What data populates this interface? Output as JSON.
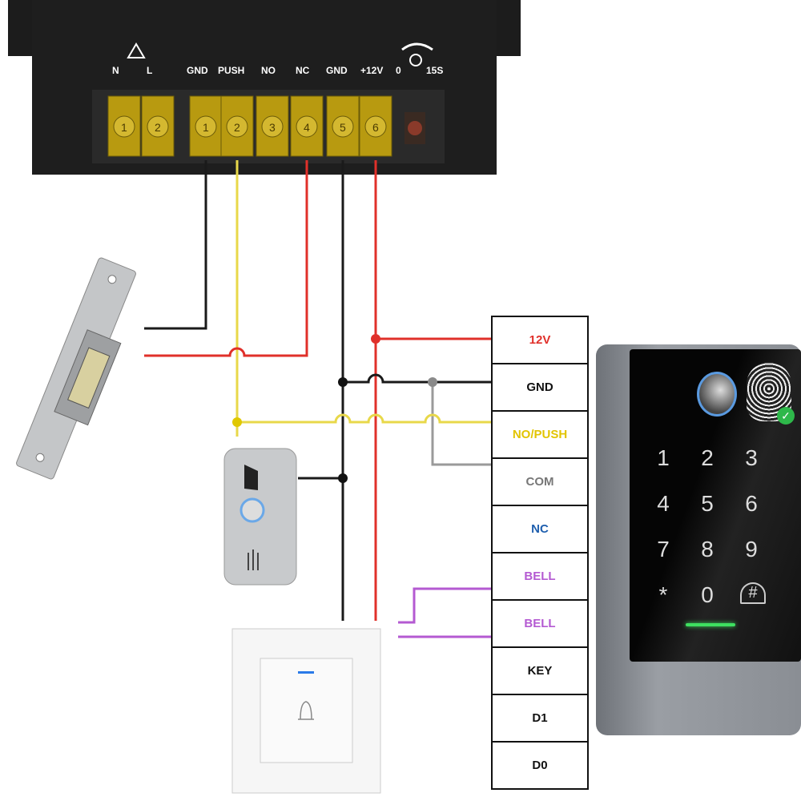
{
  "power_supply": {
    "terminal_labels": [
      "N",
      "L",
      "GND",
      "PUSH",
      "NO",
      "NC",
      "GND",
      "+12V"
    ],
    "timer_labels": {
      "min": "0",
      "max": "15S"
    },
    "terminal_numbers": [
      "1",
      "2",
      "1",
      "2",
      "3",
      "4",
      "5",
      "6"
    ]
  },
  "reader_terminals": [
    {
      "label": "12V",
      "color": "#e0302a"
    },
    {
      "label": "GND",
      "color": "#111111"
    },
    {
      "label": "NO/PUSH",
      "color": "#e2c400"
    },
    {
      "label": "COM",
      "color": "#777777"
    },
    {
      "label": "NC",
      "color": "#1f5fae"
    },
    {
      "label": "BELL",
      "color": "#b45ad2"
    },
    {
      "label": "BELL",
      "color": "#b45ad2"
    },
    {
      "label": "KEY",
      "color": "#111111"
    },
    {
      "label": "D1",
      "color": "#111111"
    },
    {
      "label": "D0",
      "color": "#111111"
    }
  ],
  "keypad": {
    "keys": [
      "1",
      "2",
      "3",
      "4",
      "5",
      "6",
      "7",
      "8",
      "9",
      "*",
      "0",
      "#"
    ]
  },
  "wire_colors": {
    "red": "#e0302a",
    "black": "#1a1a1a",
    "yellow": "#e8d84a",
    "gray": "#9a9a9a",
    "purple": "#b45ad2"
  }
}
